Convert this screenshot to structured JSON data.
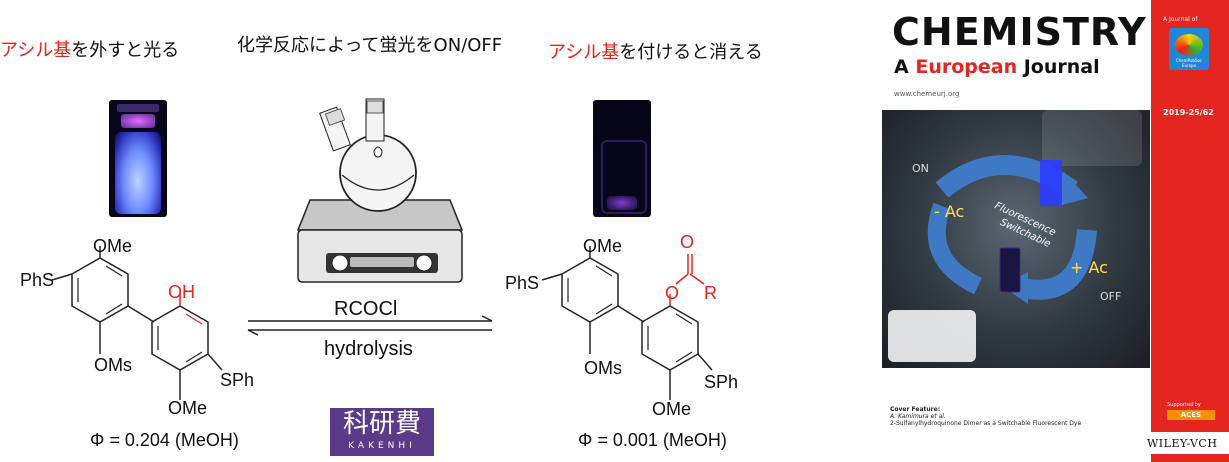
{
  "header": {
    "left_title_red": "アシル基",
    "left_title_rest": "を外すと光る",
    "center_title": "化学反応によって蛍光をON/OFF",
    "right_title_red": "アシル基",
    "right_title_rest": "を付けると消える"
  },
  "reaction": {
    "forward_reagent": "RCOCl",
    "reverse_process": "hydrolysis"
  },
  "left_molecule": {
    "labels": {
      "ome_top": "OMe",
      "phs": "PhS",
      "oh": "OH",
      "oms": "OMs",
      "sph": "SPh",
      "ome_bottom": "OMe"
    },
    "quantum_yield": "Φ = 0.204 (MeOH)"
  },
  "right_molecule": {
    "labels": {
      "ome_top": "OMe",
      "phs": "PhS",
      "o_ester": "O",
      "o_carbonyl": "O",
      "r_group": "R",
      "oms": "OMs",
      "sph": "SPh",
      "ome_bottom": "OMe"
    },
    "quantum_yield": "Φ = 0.001 (MeOH)"
  },
  "funding_logo": {
    "kanji": "科研費",
    "romaji": "KAKENHI"
  },
  "journal_cover": {
    "title_line1": "CHEMISTRY",
    "title_line2_a": "A",
    "title_line2_b": "European",
    "title_line2_c": "Journal",
    "url": "www.chemeurj.org",
    "issue": "2019-25/62",
    "journal_of": "A Journal of",
    "chempubsoc": "ChemPubSoc Europe",
    "cover_labels": {
      "on": "ON",
      "off": "OFF",
      "minus_ac": "- Ac",
      "plus_ac": "+ Ac",
      "fluorescence": "Fluorescence",
      "switchable": "Switchable"
    },
    "feature_heading": "Cover Feature:",
    "feature_author": "A. Kamimura et al.",
    "feature_title": "2-Sulfanylhydroquinone Dimer as a Switchable Fluorescent Dye",
    "supported_by": "Supported by",
    "aces": "ACES",
    "publisher": "WILEY-VCH"
  },
  "colors": {
    "accent_red": "#e8231d",
    "fluorescence_blue": "#4d6bff",
    "kakenhi_purple": "#5b3a8a",
    "cover_red": "#e52520"
  }
}
